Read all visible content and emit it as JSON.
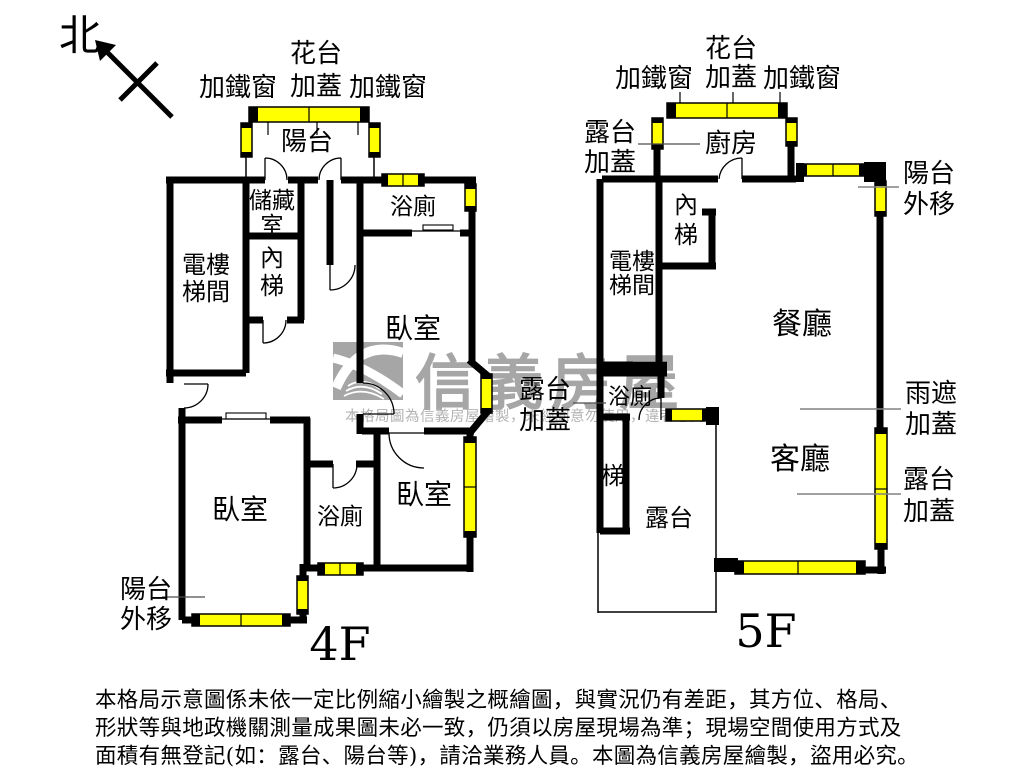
{
  "compass": {
    "north": "北"
  },
  "watermark": {
    "brand": "信義房屋",
    "note": "本格局圖為信義房屋繪製，未經同意勿使用，違者必究"
  },
  "floor4": {
    "floor_label": "4F",
    "labels": {
      "flower_bed": "花台",
      "iron_window_left": "加鐵窗",
      "covered": "加蓋",
      "iron_window_right": "加鐵窗",
      "balcony": "陽台",
      "storage_l1": "儲藏",
      "storage_l2": "室",
      "bathroom_top": "浴廁",
      "elevator_l1": "電樓",
      "elevator_l2": "梯間",
      "inner_stair_l1": "內",
      "inner_stair_l2": "梯",
      "bedroom_mid": "臥室",
      "bedroom_bottom_left": "臥室",
      "bathroom_bottom": "浴廁",
      "bedroom_bottom_right": "臥室",
      "balcony_ext_l1": "陽台",
      "balcony_ext_l2": "外移"
    }
  },
  "floor5": {
    "floor_label": "5F",
    "labels": {
      "flower_bed": "花台",
      "iron_window_left": "加鐵窗",
      "covered": "加蓋",
      "iron_window_right": "加鐵窗",
      "terrace_cov_tl_l1": "露台",
      "terrace_cov_tl_l2": "加蓋",
      "kitchen": "廚房",
      "balcony_ext_l1": "陽台",
      "balcony_ext_l2": "外移",
      "inner_stair_l1": "內",
      "inner_stair_l2": "梯",
      "elevator_l1": "電樓",
      "elevator_l2": "梯間",
      "dining": "餐廳",
      "terrace_cov_mid_l1": "露台",
      "terrace_cov_mid_l2": "加蓋",
      "bathroom": "浴廁",
      "rain_cover_l1": "雨遮",
      "rain_cover_l2": "加蓋",
      "stair": "梯",
      "living": "客廳",
      "terrace": "露台",
      "terrace_cov_r_l1": "露台",
      "terrace_cov_r_l2": "加蓋"
    }
  },
  "disclaimer": {
    "line1": "本格局示意圖係未依一定比例縮小繪製之概繪圖，與實況仍有差距，其方位、格局、",
    "line2": "形狀等與地政機關測量成果圖未必一致，仍須以房屋現場為準；現場空間使用方式及",
    "line3": "面積有無登記(如：露台、陽台等)，請洽業務人員。本圖為信義房屋繪製，盜用必究。"
  },
  "colors": {
    "window_yellow": "#ffff00",
    "wall_black": "#000000",
    "watermark_gray": "#a6a6a6",
    "pointer_gray": "#808080"
  }
}
